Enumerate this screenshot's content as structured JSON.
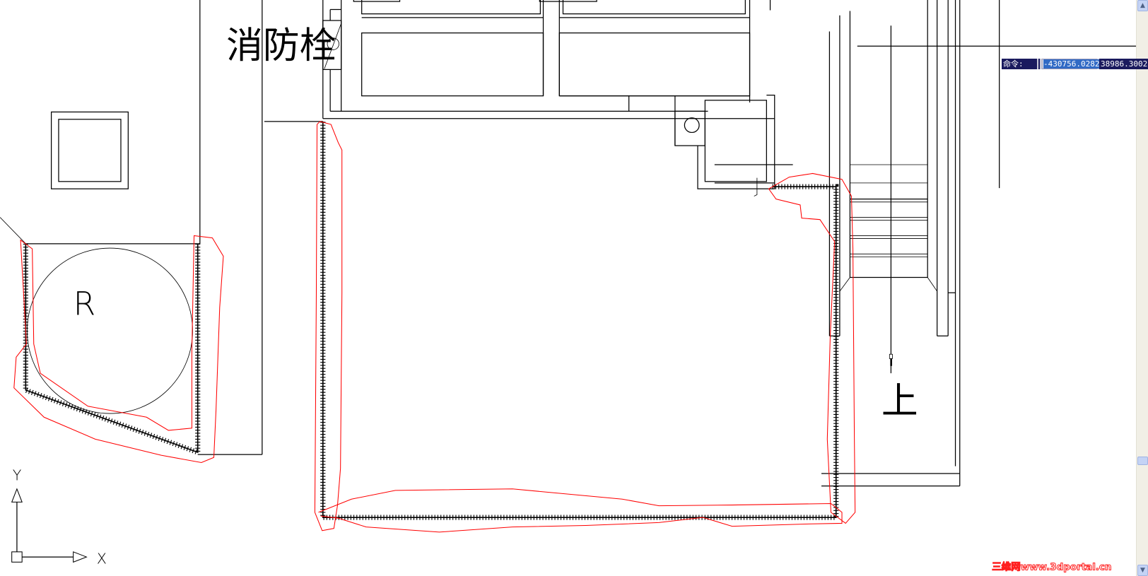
{
  "drawing": {
    "labels": {
      "hydrant": "消防栓",
      "r_mark": "R",
      "up_mark": "上"
    },
    "ucs_icon": {
      "x_label": "X",
      "y_label": "Y"
    },
    "watermark": "三维网www.3dportal.cn",
    "colors": {
      "lines": "#000000",
      "markup": "#ff0000",
      "background": "#ffffff"
    }
  },
  "command_bar": {
    "label": "命令:",
    "x_value": "-430756.0282",
    "y_value": "38986.3002"
  },
  "scrollbar": {
    "up_icon": "chevron-up-icon",
    "down_icon": "chevron-down-icon"
  }
}
